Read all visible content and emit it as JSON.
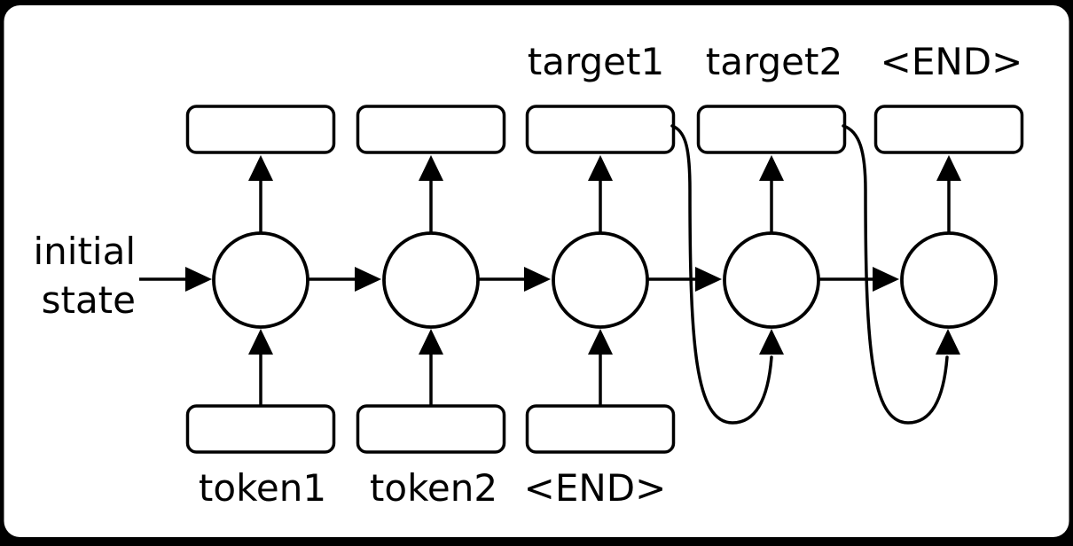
{
  "diagram": {
    "title_hint": "sequence-to-sequence RNN",
    "initial_state": {
      "line1": "initial",
      "line2": "state"
    },
    "top_labels": {
      "target1": "target1",
      "target2": "target2",
      "end": "<END>"
    },
    "bottom_labels": {
      "token1": "token1",
      "token2": "token2",
      "end": "<END>"
    }
  },
  "colors": {
    "background": "#000000",
    "canvas": "#ffffff",
    "line": "#000000",
    "text": "#000000"
  }
}
